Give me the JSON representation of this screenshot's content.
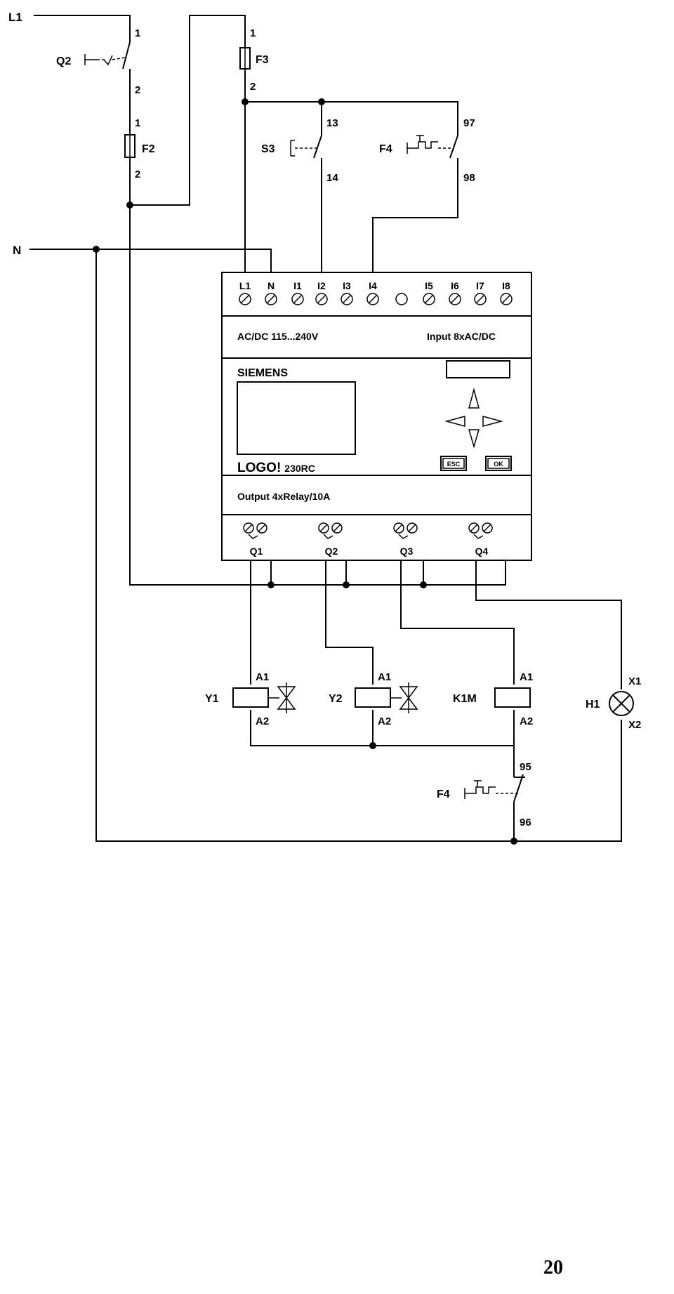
{
  "supply": {
    "l1": "L1",
    "n": "N"
  },
  "devices": {
    "q2": {
      "name": "Q2",
      "t1": "1",
      "t2": "2"
    },
    "f2": {
      "name": "F2",
      "t1": "1",
      "t2": "2"
    },
    "f3": {
      "name": "F3",
      "t1": "1",
      "t2": "2"
    },
    "s3": {
      "name": "S3",
      "t1": "13",
      "t2": "14"
    },
    "f4_no": {
      "name": "F4",
      "t1": "97",
      "t2": "98"
    },
    "f4_nc": {
      "name": "F4",
      "t1": "95",
      "t2": "96"
    }
  },
  "logo": {
    "inputs": [
      "L1",
      "N",
      "I1",
      "I2",
      "I3",
      "I4",
      "I5",
      "I6",
      "I7",
      "I8"
    ],
    "supply_label": "AC/DC 115...240V",
    "input_label": "Input 8xAC/DC",
    "brand": "SIEMENS",
    "model_name": "LOGO!",
    "model_suffix": "230RC",
    "esc": "ESC",
    "ok": "OK",
    "output_label": "Output 4xRelay/10A",
    "outputs": [
      "Q1",
      "Q2",
      "Q3",
      "Q4"
    ]
  },
  "loads": {
    "y1": {
      "name": "Y1",
      "a1": "A1",
      "a2": "A2"
    },
    "y2": {
      "name": "Y2",
      "a1": "A1",
      "a2": "A2"
    },
    "k1m": {
      "name": "K1M",
      "a1": "A1",
      "a2": "A2"
    },
    "h1": {
      "name": "H1",
      "x1": "X1",
      "x2": "X2"
    }
  },
  "page": {
    "number": "20"
  }
}
